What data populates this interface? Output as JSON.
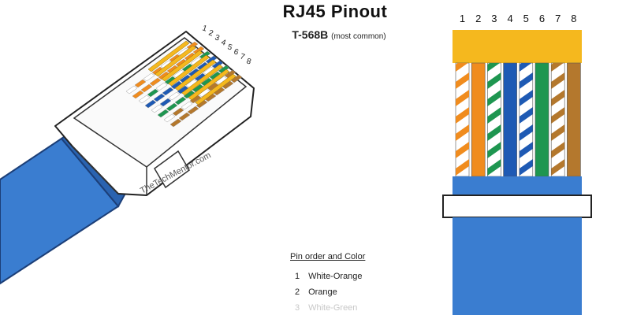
{
  "header": {
    "title": "RJ45  Pinout",
    "standard": "T-568B",
    "standard_note": "(most common)"
  },
  "watermark": "TheTechMentor.com",
  "connector_pins": [
    "1",
    "2",
    "3",
    "4",
    "5",
    "6",
    "7",
    "8"
  ],
  "pin_list": {
    "title": "Pin order and Color",
    "rows": [
      {
        "num": "1",
        "color_name": "White-Orange"
      },
      {
        "num": "2",
        "color_name": "Orange"
      },
      {
        "num": "3",
        "color_name": "White-Green"
      }
    ]
  },
  "wires": [
    {
      "pin": "1",
      "base": "#ffffff",
      "stripe": "#f08c1e"
    },
    {
      "pin": "2",
      "base": "#f08c1e",
      "stripe": null
    },
    {
      "pin": "3",
      "base": "#ffffff",
      "stripe": "#1e9650"
    },
    {
      "pin": "4",
      "base": "#1e5ab4",
      "stripe": null
    },
    {
      "pin": "5",
      "base": "#ffffff",
      "stripe": "#1e5ab4"
    },
    {
      "pin": "6",
      "base": "#1e9650",
      "stripe": null
    },
    {
      "pin": "7",
      "base": "#ffffff",
      "stripe": "#b4782d"
    },
    {
      "pin": "8",
      "base": "#b4782d",
      "stripe": null
    }
  ],
  "colors": {
    "cable_blue": "#3a7dd0",
    "cable_dark": "#2a63b0",
    "contact_gold": "#f5b81e"
  }
}
